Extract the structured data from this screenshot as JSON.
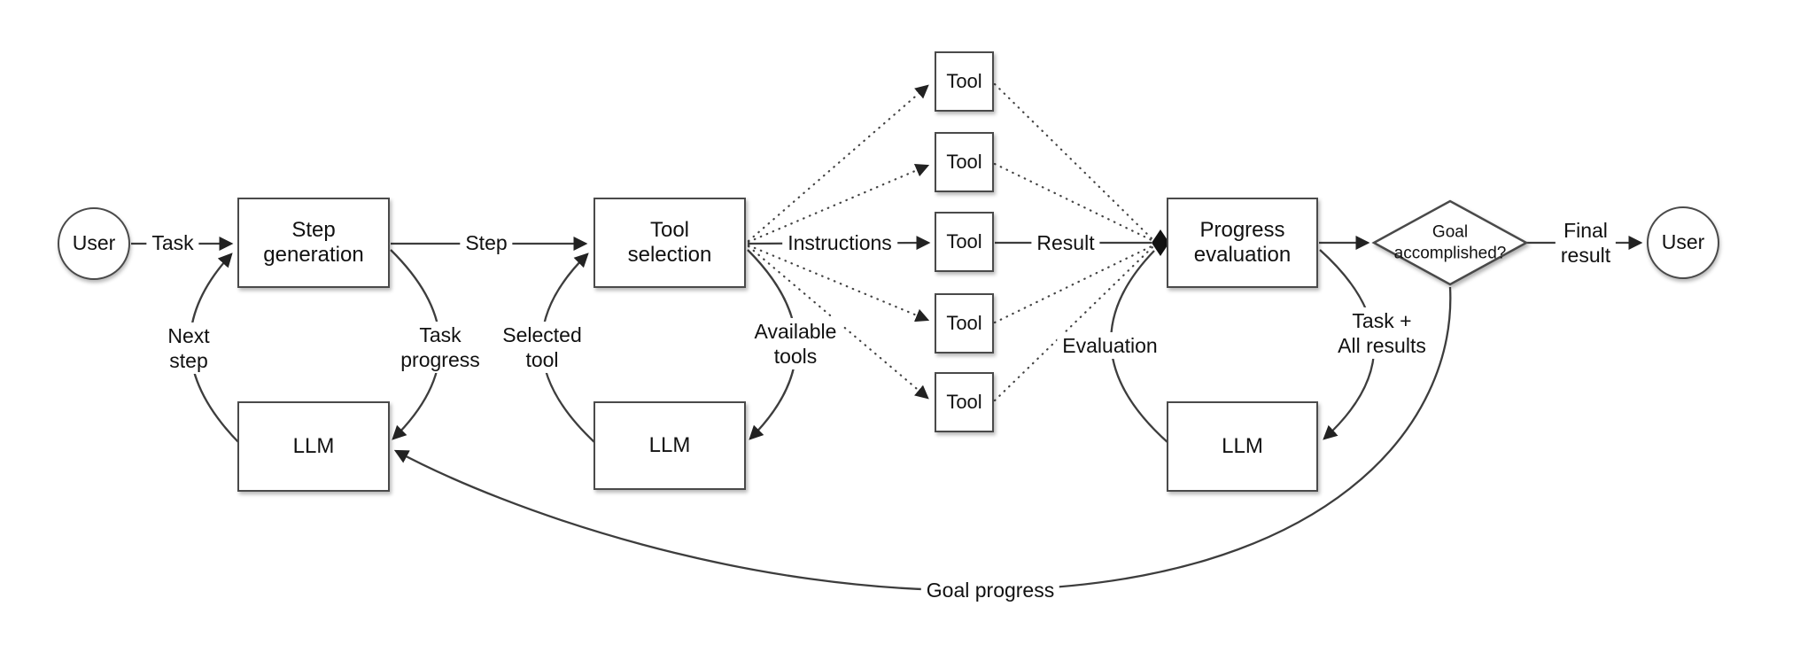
{
  "diagram": {
    "title": "LLM agent loop flowchart",
    "colors": {
      "stroke": "#3d3d3d",
      "node_border": "#4a4a4a",
      "text": "#111111",
      "background": "#ffffff"
    },
    "nodes": {
      "user_left": "User",
      "user_right": "User",
      "step_generation": {
        "line1": "Step",
        "line2": "generation"
      },
      "tool_selection": {
        "line1": "Tool",
        "line2": "selection"
      },
      "progress_evaluation": {
        "line1": "Progress",
        "line2": "evaluation"
      },
      "llm1": "LLM",
      "llm2": "LLM",
      "llm3": "LLM",
      "tools": [
        "Tool",
        "Tool",
        "Tool",
        "Tool",
        "Tool"
      ],
      "goal_accomplished": {
        "line1": "Goal",
        "line2": "accomplished?"
      }
    },
    "edges": {
      "task": "Task",
      "step": "Step",
      "instructions": "Instructions",
      "result": "Result",
      "final_result": {
        "line1": "Final",
        "line2": "result"
      },
      "next_step": {
        "line1": "Next",
        "line2": "step"
      },
      "task_progress": {
        "line1": "Task",
        "line2": "progress"
      },
      "selected_tool": {
        "line1": "Selected",
        "line2": "tool"
      },
      "available_tools": {
        "line1": "Available",
        "line2": "tools"
      },
      "evaluation": "Evaluation",
      "task_all_results": {
        "line1": "Task +",
        "line2": "All results"
      },
      "goal_progress": "Goal progress"
    }
  }
}
